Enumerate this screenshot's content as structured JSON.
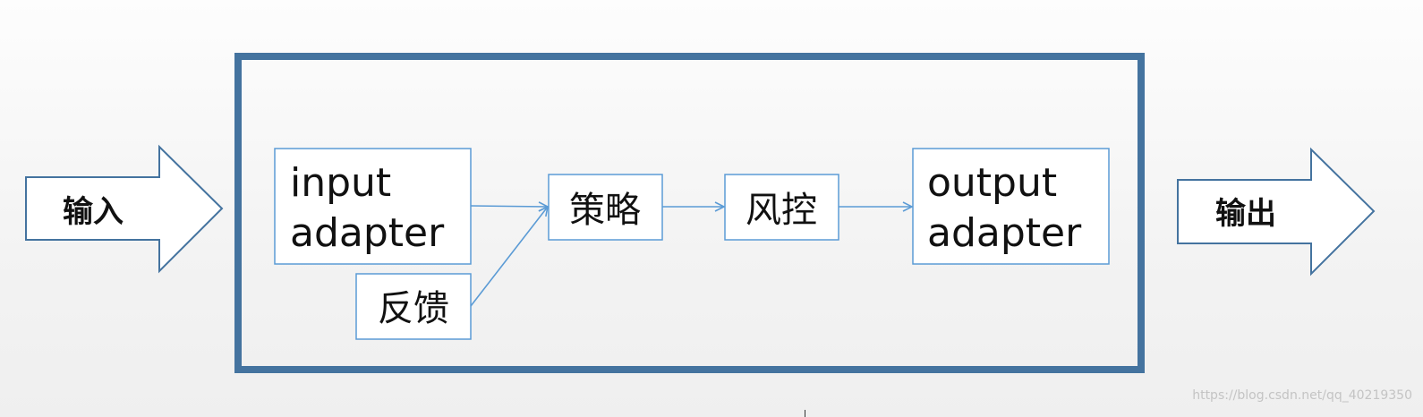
{
  "diagram": {
    "input_arrow_label": "输入",
    "output_arrow_label": "输出",
    "nodes": {
      "input_adapter": [
        "input",
        "adapter"
      ],
      "feedback": "反馈",
      "strategy": "策略",
      "risk_control": "风控",
      "output_adapter": [
        "output",
        "adapter"
      ]
    }
  },
  "colors": {
    "container_border": "#44739f",
    "node_border": "#5b9bd5",
    "connector": "#5b9bd5",
    "big_arrow_border": "#44739f"
  },
  "watermark": "https://blog.csdn.net/qq_40219350"
}
